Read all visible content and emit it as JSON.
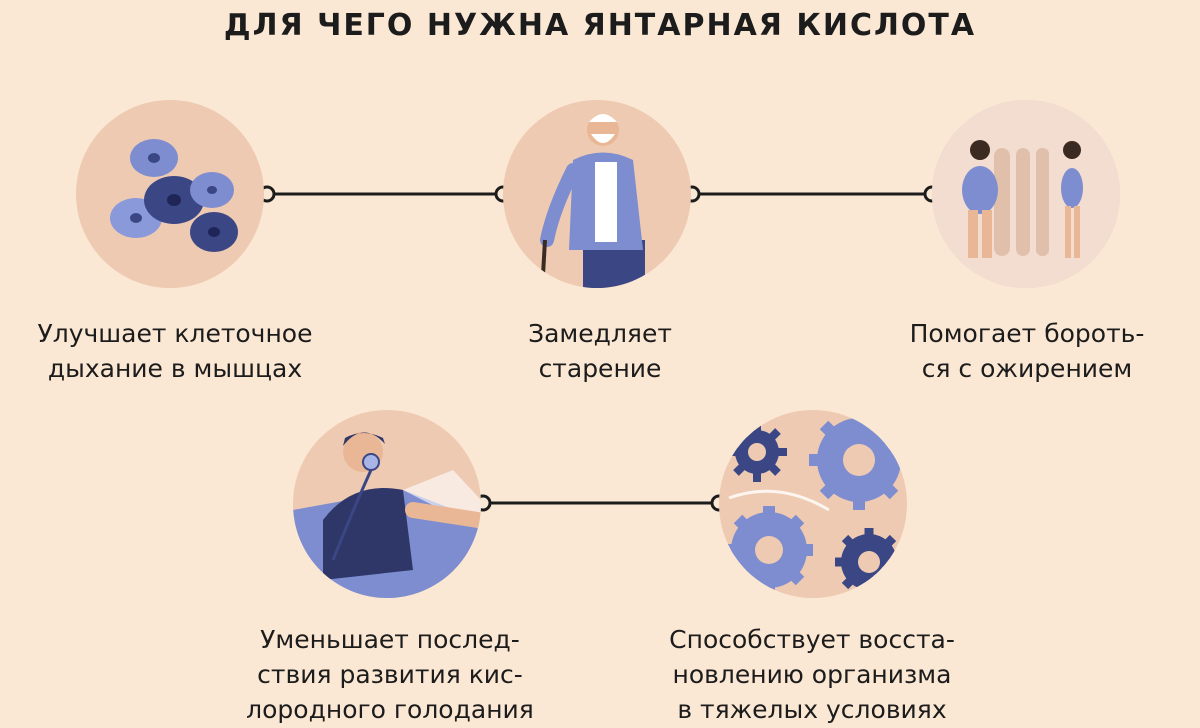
{
  "title": "ДЛЯ ЧЕГО НУЖНА ЯНТАРНАЯ КИСЛОТА",
  "colors": {
    "background": "#fbe8d4",
    "circle": "#eecab2",
    "accent_blue": "#7d8dd0",
    "dark_blue": "#3b4785",
    "text": "#1c1c1c"
  },
  "items": [
    {
      "icon": "cells-icon",
      "lines": [
        "Улучшает клеточное",
        "дыхание в мышцах"
      ]
    },
    {
      "icon": "elderly-man-icon",
      "lines": [
        "Замедляет",
        "старение"
      ]
    },
    {
      "icon": "weight-loss-icon",
      "lines": [
        "Помогает бороть-",
        "ся с ожирением"
      ]
    },
    {
      "icon": "oxygen-mask-icon",
      "lines": [
        "Уменьшает послед-",
        "ствия развития кис-",
        "лородного голодания"
      ]
    },
    {
      "icon": "gears-icon",
      "lines": [
        "Способствует восста-",
        "новлению организма",
        "в тяжелых условиях"
      ]
    }
  ]
}
